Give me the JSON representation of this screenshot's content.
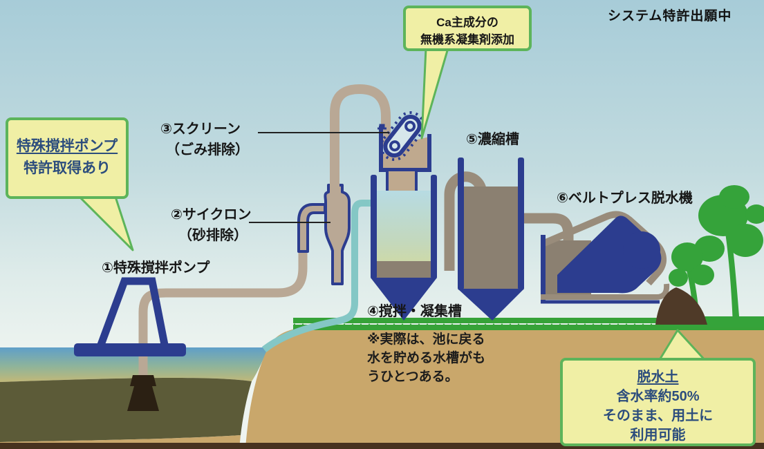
{
  "scene": {
    "patent_notice": "システム特許出願中"
  },
  "callouts": {
    "pump_patent": {
      "title": "特殊撹拌ポンプ",
      "subtitle": "特許取得あり"
    },
    "coagulant": {
      "line1": "Ca主成分の",
      "line2": "無機系凝集剤添加"
    },
    "dewatered_soil": {
      "title": "脱水土",
      "line2": "含水率約50%",
      "line3": "そのまま、用土に",
      "line4": "利用可能"
    }
  },
  "labels": {
    "pump": "①特殊撹拌ポンプ",
    "cyclone": "②サイクロン",
    "cyclone_sub": "（砂排除）",
    "screen": "③スクリーン",
    "screen_sub": "（ごみ排除）",
    "mixing_tank": "④撹拌・凝集槽",
    "thickener": "⑤濃縮槽",
    "belt_press": "⑥ベルトプレス脱水機"
  },
  "note": {
    "line1": "※実際は、池に戻る",
    "line2": "水を貯める水槽がも",
    "line3": "うひとつある。"
  },
  "colors": {
    "callout_bg": "#f0efa5",
    "callout_border": "#5db45a",
    "callout_text": "#2c4d7d",
    "machine_navy": "#2c3d8f",
    "pipe_tan": "#b9a895",
    "sludge_gray": "#8b8071",
    "return_pipe_teal": "#84c7c5",
    "grass_green": "#36a238",
    "bank_tan": "#c9a76b",
    "pond_sediment_olive": "#5c5b38",
    "dewatered_soil_brown": "#4f3a28"
  }
}
